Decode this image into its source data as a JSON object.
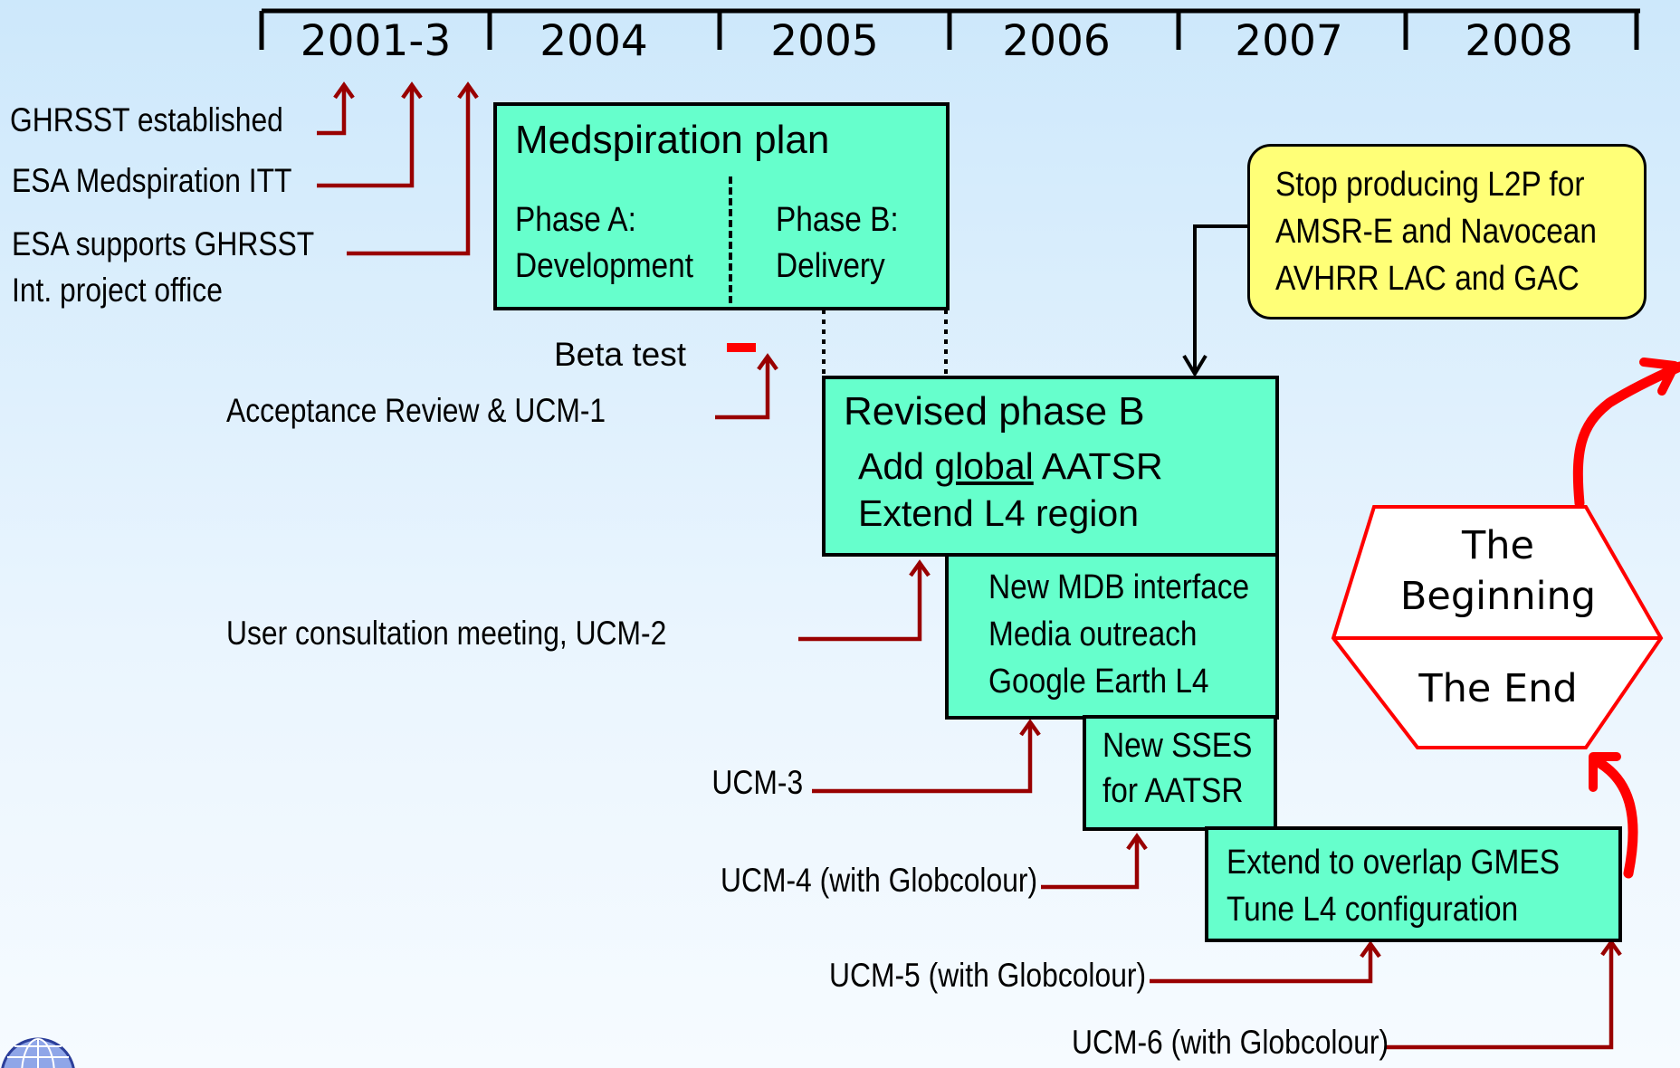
{
  "timeline": {
    "years": [
      "2001-3",
      "2004",
      "2005",
      "2006",
      "2007",
      "2008"
    ]
  },
  "annotations": {
    "ghrsst_established": "GHRSST established",
    "esa_itt": "ESA Medspiration ITT",
    "esa_supports_1": "ESA supports GHRSST",
    "esa_supports_2": "Int. project office",
    "beta_test": "Beta test",
    "acceptance": "Acceptance Review & UCM-1",
    "ucm2": "User consultation meeting, UCM-2",
    "ucm3": "UCM-3",
    "ucm4": "UCM-4 (with Globcolour)",
    "ucm5": "UCM-5 (with Globcolour)",
    "ucm6": "UCM-6 (with Globcolour)"
  },
  "plan": {
    "title": "Medspiration plan",
    "phase_a_1": "Phase A:",
    "phase_a_2": "Development",
    "phase_b_1": "Phase B:",
    "phase_b_2": "Delivery"
  },
  "revised": {
    "title": "Revised phase B",
    "line1_pre": "Add ",
    "line1_u": "global",
    "line1_post": " AATSR",
    "line2": "Extend L4 region"
  },
  "mdb": {
    "line1": "New MDB interface",
    "line2": "Media outreach",
    "line3": "Google Earth L4"
  },
  "sses": {
    "line1": "New SSES",
    "line2": "for AATSR"
  },
  "overlap": {
    "line1": "Extend to overlap GMES",
    "line2": "Tune L4 configuration"
  },
  "stop": {
    "line1": "Stop producing L2P for",
    "line2": "AMSR-E and Navocean",
    "line3": "AVHRR LAC and GAC"
  },
  "hexagon": {
    "top1": "The",
    "top2": "Beginning",
    "bottom": "The End"
  },
  "colors": {
    "box_fill": "#66ffcc",
    "callout_fill": "#ffff77",
    "arrow_darkred": "#990000",
    "accent_red": "#ff0000"
  }
}
